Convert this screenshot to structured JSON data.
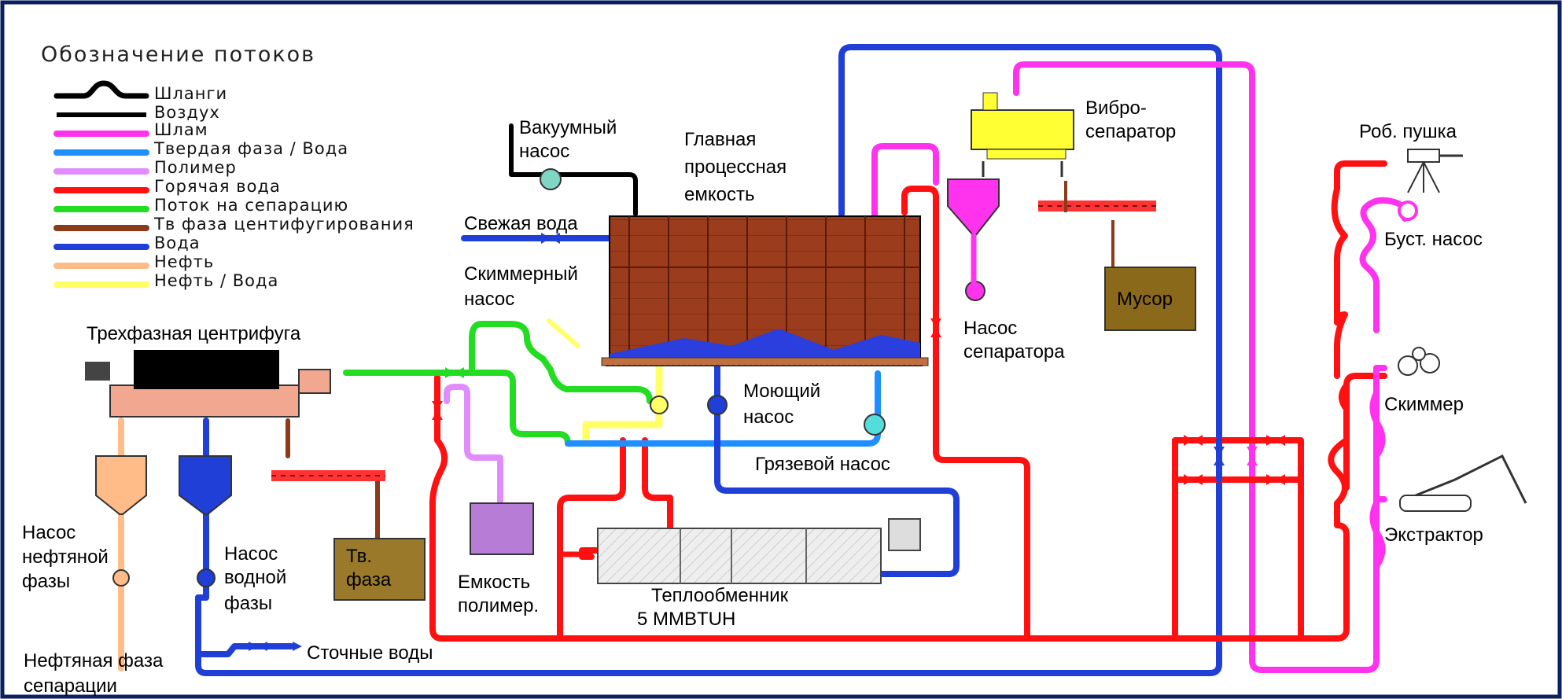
{
  "legend": {
    "title": "Обозначение потоков",
    "items": [
      {
        "label": "Шланги",
        "color": "#000000",
        "style": "hose"
      },
      {
        "label": "Воздух",
        "color": "#000000"
      },
      {
        "label": "Шлам",
        "color": "#ff33ee"
      },
      {
        "label": "Твердая фаза / Вода",
        "color": "#1f8fff"
      },
      {
        "label": "Полимер",
        "color": "#e08cff"
      },
      {
        "label": "Горячая вода",
        "color": "#ff1111"
      },
      {
        "label": "Поток на сепарацию",
        "color": "#22dd22"
      },
      {
        "label": "Тв фаза центифугирования",
        "color": "#8b3a1a"
      },
      {
        "label": "Вода",
        "color": "#1f3fd6"
      },
      {
        "label": "Нефть",
        "color": "#ffbb88"
      },
      {
        "label": "Нефть / Вода",
        "color": "#ffff66"
      }
    ]
  },
  "labels": {
    "vacuum_pump": [
      "Вакуумный",
      "насос"
    ],
    "main_tank": [
      "Главная",
      "процессная",
      "емкость"
    ],
    "fresh_water": "Свежая вода",
    "skimmer_pump": [
      "Скиммерный",
      "насос"
    ],
    "centrifuge": "Трехфазная центрифуга",
    "vibro": [
      "Вибро-",
      "сепаратор"
    ],
    "trash": "Мусор",
    "separator_pump": [
      "Насос",
      "сепаратора"
    ],
    "washing_pump": [
      "Моющий",
      "насос"
    ],
    "mud_pump": "Грязевой насос",
    "robot_gun": "Роб. пушка",
    "booster_pump": "Буст. насос",
    "skimmer": "Скиммер",
    "extractor": "Экстрактор",
    "oil_pump": [
      "Насос",
      "нефтяной",
      "фазы"
    ],
    "water_pump": [
      "Насос",
      "водной",
      "фазы"
    ],
    "solid_phase": [
      "Тв.",
      "фаза"
    ],
    "polymer_tank": [
      "Емкость",
      "полимер."
    ],
    "heat_exchanger": [
      "Теплообменник",
      "5 MMBTUH"
    ],
    "sewage": "Сточные воды",
    "oil_phase": [
      "Нефтяная фаза",
      "сепарации"
    ]
  },
  "colors": {
    "frame": "#0a2060",
    "slurry": "#ff33ee",
    "solid_water": "#1f8fff",
    "polymer": "#e08cff",
    "hot_water": "#ff1111",
    "separation": "#22dd22",
    "centrifuge_solids": "#8b3a1a",
    "water": "#1f3fd6",
    "oil": "#ffbb88",
    "oil_water": "#ffff66",
    "tank_body": "#9b3c1c",
    "tank_sediment": "#2a3fdd",
    "trash_bin": "#8a6a1a",
    "solid_bin": "#9a7a2a",
    "polymer_tank": "#b77cd6",
    "vibro": "#ffff33",
    "hopper": "#ff33ee"
  }
}
